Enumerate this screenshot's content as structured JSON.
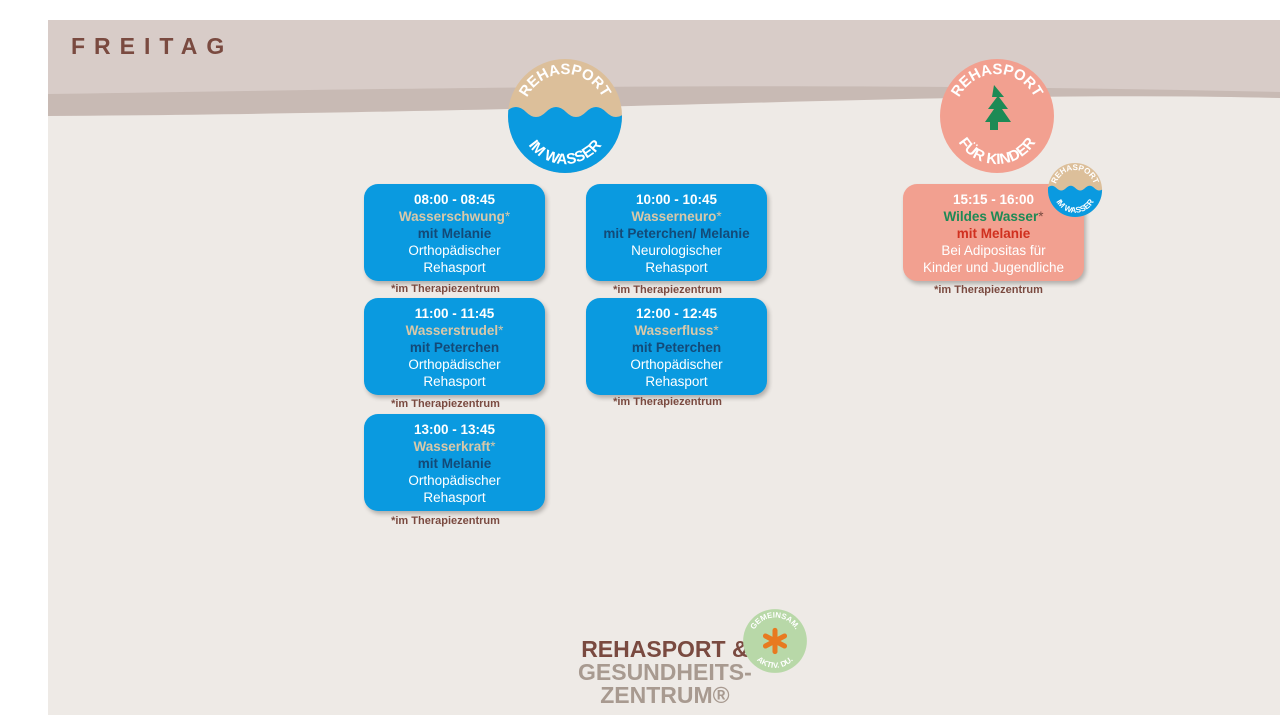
{
  "header": {
    "title": "FREITAG"
  },
  "badges": {
    "water": {
      "top": "REHASPORT",
      "bottom": "IM WASSER"
    },
    "kids": {
      "top": "REHASPORT",
      "bottom": "FÜR KINDER"
    }
  },
  "columns": [
    {
      "classes": [
        {
          "time": "08:00 - 08:45",
          "name": "Wasserschwung",
          "star": "*",
          "trainer": "mit Melanie",
          "type1": "Orthopädischer",
          "type2": "Rehasport",
          "note": "*im Therapiezentrum"
        },
        {
          "time": "11:00 - 11:45",
          "name": "Wasserstrudel",
          "star": "*",
          "trainer": "mit Peterchen",
          "type1": "Orthopädischer",
          "type2": "Rehasport",
          "note": "*im Therapiezentrum"
        },
        {
          "time": "13:00 - 13:45",
          "name": "Wasserkraft",
          "star": "*",
          "trainer": "mit Melanie",
          "type1": "Orthopädischer",
          "type2": "Rehasport",
          "note": "*im Therapiezentrum"
        }
      ]
    },
    {
      "classes": [
        {
          "time": "10:00 - 10:45",
          "name": "Wasserneuro",
          "star": "*",
          "trainer": "mit Peterchen/ Melanie",
          "type1": "Neurologischer",
          "type2": "Rehasport",
          "note": "*im Therapiezentrum"
        },
        {
          "time": "12:00 - 12:45",
          "name": "Wasserfluss",
          "star": "*",
          "trainer": "mit Peterchen",
          "type1": "Orthopädischer",
          "type2": "Rehasport",
          "note": "*im Therapiezentrum"
        }
      ]
    },
    {
      "classes": [
        {
          "time": "15:15 - 16:00",
          "name": "Wildes Wasser",
          "star": "*",
          "trainer": "mit Melanie",
          "type1": "Bei Adipositas für",
          "type2": "Kinder und Jugendliche",
          "note": "*im Therapiezentrum"
        }
      ]
    }
  ],
  "logo": {
    "line1": "REHASPORT &",
    "line2": "GESUNDHEITS-",
    "line3": "ZENTRUM®",
    "seal_top": "GEMEINSAM.",
    "seal_bottom": "AKTIV. DU."
  },
  "colors": {
    "blue": "#0a9ae0",
    "coral": "#f2a090",
    "brown": "#7a4a40"
  }
}
